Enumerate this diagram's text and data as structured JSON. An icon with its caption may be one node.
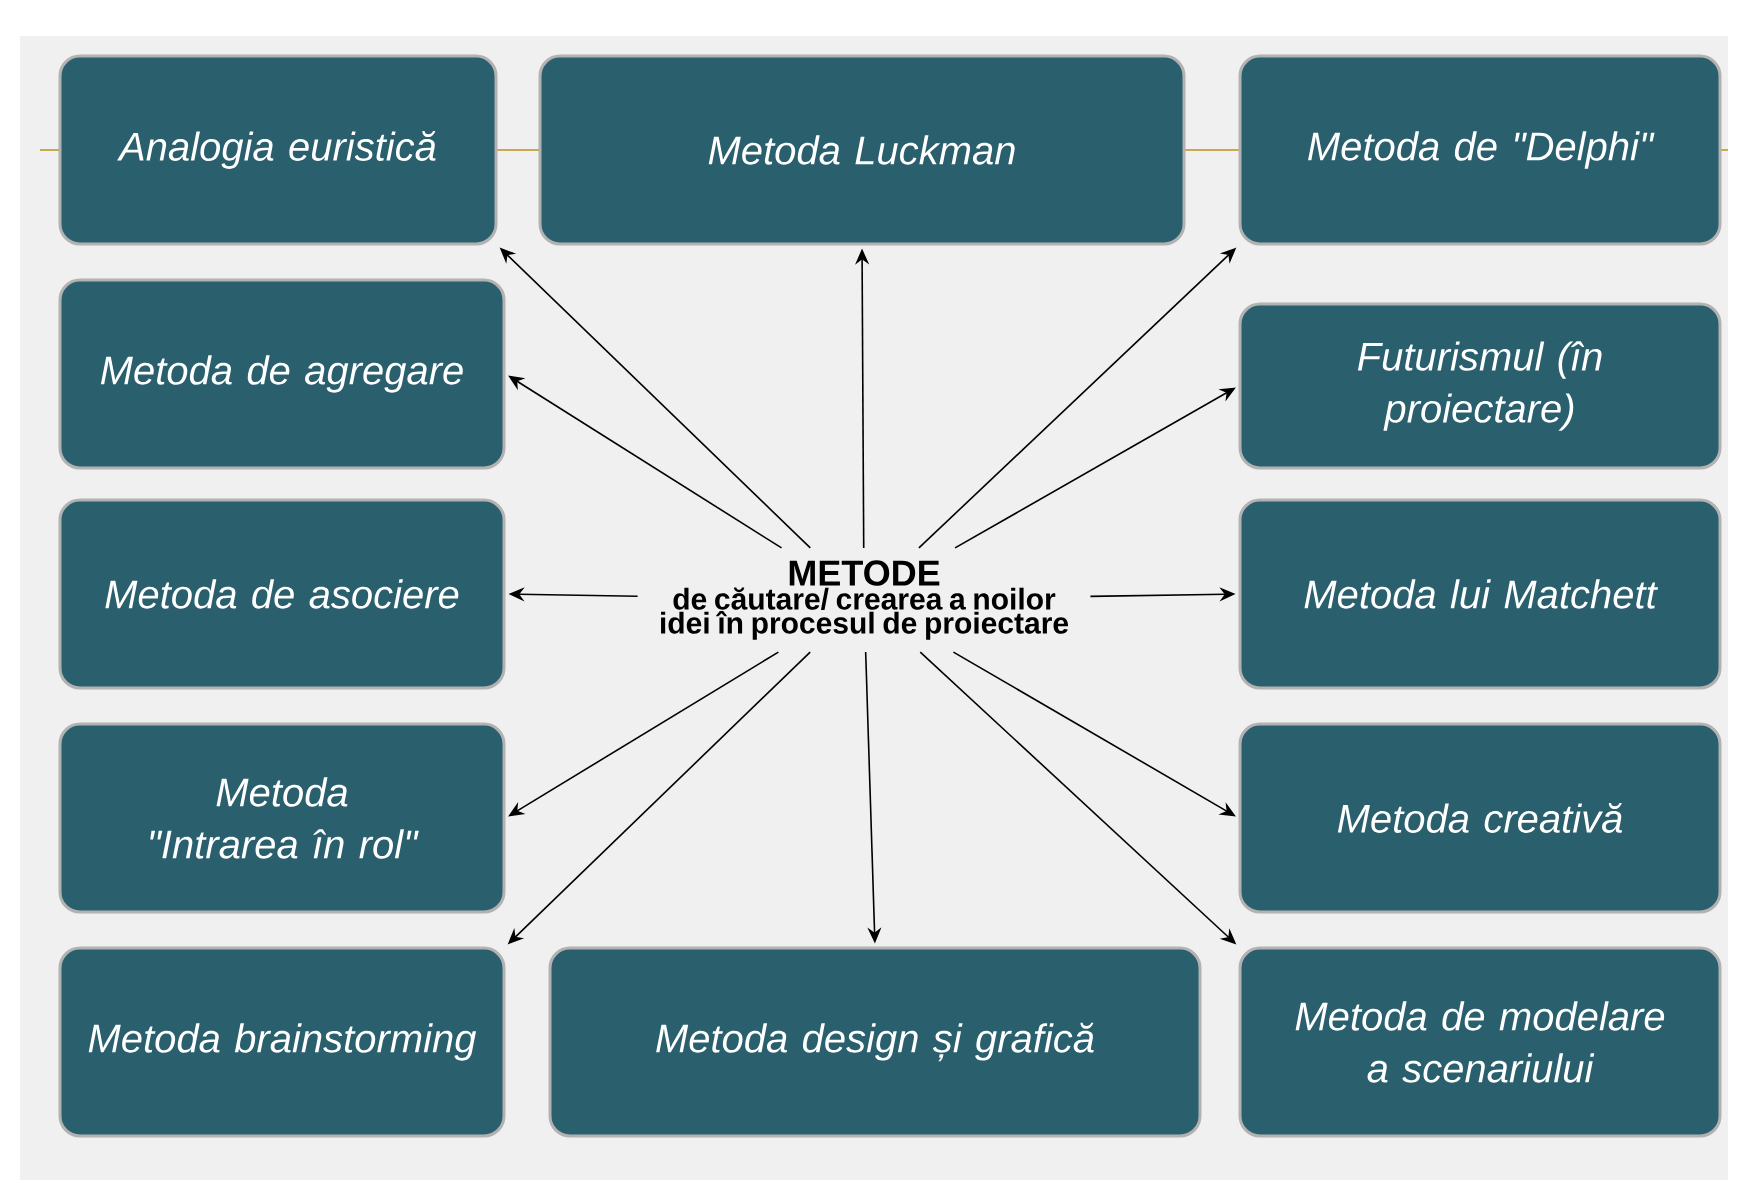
{
  "diagram": {
    "nodes": [
      {
        "text": [
          "Analogia euristică"
        ]
      },
      {
        "text": [
          "Metoda Luckman"
        ]
      },
      {
        "text": [
          "Metoda de \"Delphi\""
        ]
      },
      {
        "text": [
          "Metoda de agregare"
        ]
      },
      {
        "text": [
          "Futurismul (în proiectare)"
        ]
      },
      {
        "text": [
          "Metoda de asociere"
        ]
      },
      {
        "text": [
          "METODE",
          "de căutare/ crearea a noilor idei în procesul de proiectare"
        ]
      },
      {
        "text": [
          "Metoda lui Matchett"
        ]
      },
      {
        "text": [
          "Metoda \"Intrarea în rol\""
        ]
      },
      {
        "text": [
          "Metoda creativă"
        ]
      },
      {
        "text": [
          "Metoda brainstorming"
        ]
      },
      {
        "text": [
          "Metoda design și grafică"
        ]
      },
      {
        "text": [
          "Metoda de modelare a scenariului"
        ]
      }
    ],
    "edges": [
      {
        "from": 6,
        "to": 0,
        "arrow": "to"
      },
      {
        "from": 6,
        "to": 1,
        "arrow": "to"
      },
      {
        "from": 6,
        "to": 2,
        "arrow": "to"
      },
      {
        "from": 6,
        "to": 3,
        "arrow": "to"
      },
      {
        "from": 6,
        "to": 4,
        "arrow": "to"
      },
      {
        "from": 6,
        "to": 5,
        "arrow": "to"
      },
      {
        "from": 6,
        "to": 7,
        "arrow": "to"
      },
      {
        "from": 6,
        "to": 8,
        "arrow": "to"
      },
      {
        "from": 6,
        "to": 9,
        "arrow": "to"
      },
      {
        "from": 6,
        "to": 10,
        "arrow": "to"
      },
      {
        "from": 6,
        "to": 11,
        "arrow": "to"
      },
      {
        "from": 6,
        "to": 12,
        "arrow": "to"
      }
    ]
  }
}
